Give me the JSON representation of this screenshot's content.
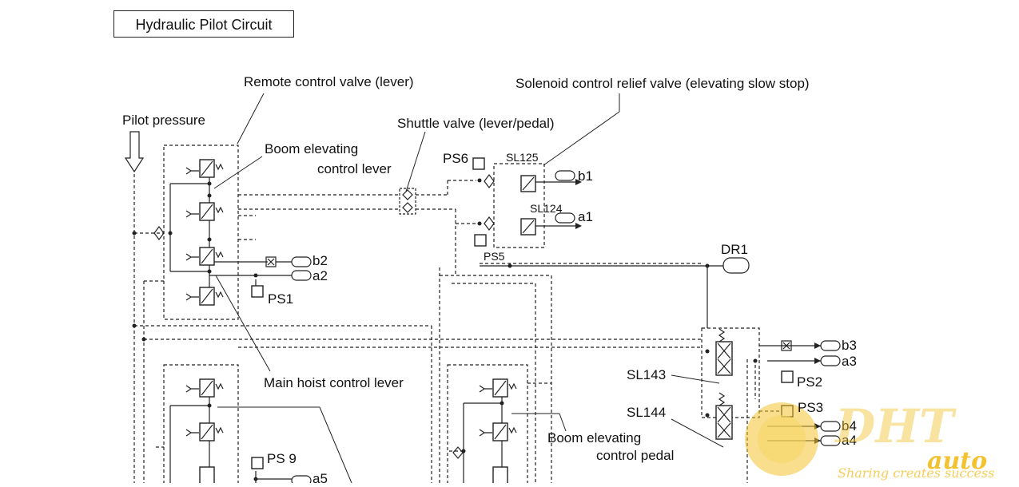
{
  "title": "Hydraulic Pilot Circuit",
  "labels": {
    "remote_control_valve": "Remote control valve (lever)",
    "solenoid_relief_valve": "Solenoid control relief valve (elevating slow stop)",
    "pilot_pressure": "Pilot pressure",
    "shuttle_valve": "Shuttle valve (lever/pedal)",
    "boom_elev_lever_1": "Boom elevating",
    "boom_elev_lever_2": "control lever",
    "main_hoist_lever": "Main hoist control lever",
    "boom_elev_pedal_1": "Boom elevating",
    "boom_elev_pedal_2": "control pedal",
    "sl143": "SL143",
    "sl144": "SL144",
    "sl125": "SL125",
    "sl124": "SL124",
    "ps1": "PS1",
    "ps2": "PS2",
    "ps3": "PS3",
    "ps5": "PS5",
    "ps6": "PS6",
    "ps9": "PS 9",
    "dr1": "DR1"
  },
  "ports": {
    "b1": "b1",
    "a1": "a1",
    "b2": "b2",
    "a2": "a2",
    "b3": "b3",
    "a3": "a3",
    "b4": "b4",
    "a4": "a4",
    "a5": "a5"
  },
  "watermark": {
    "logo": "DHT",
    "brand": "auto",
    "slogan": "Sharing creates success",
    "accent_color": "#f2c230",
    "green_color": "#2e7d3a"
  }
}
